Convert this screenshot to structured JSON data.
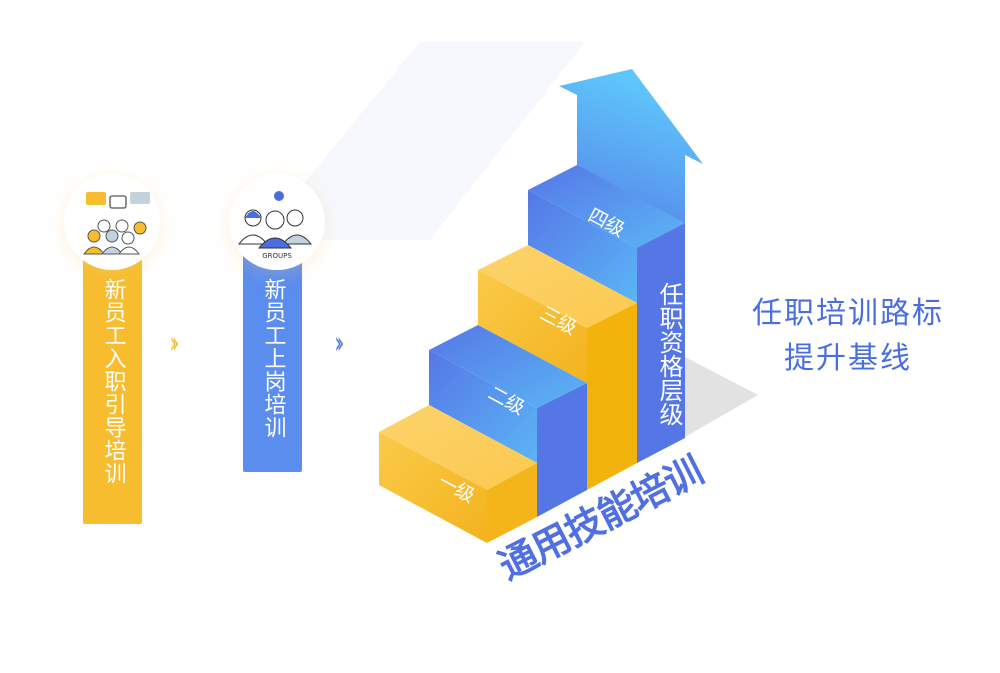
{
  "stage1": {
    "label": "新员工入职引导培训",
    "color": "#f7bd2f"
  },
  "stage2": {
    "label": "新员工上岗培训",
    "icon_caption": "GROUPS",
    "color": "#5b8def"
  },
  "arrow_symbol": "›› ",
  "steps": [
    {
      "label": "一级"
    },
    {
      "label": "二级"
    },
    {
      "label": "三级"
    },
    {
      "label": "四级"
    }
  ],
  "vertical_axis_label": "任职资格层级",
  "base_label": "通用技能培训",
  "right_title": {
    "line1": "任职培训路标",
    "line2": "提升基线"
  },
  "colors": {
    "yellow": "#f7bd2f",
    "blue": "#5577e6",
    "accent_text": "#4a6ee0"
  }
}
